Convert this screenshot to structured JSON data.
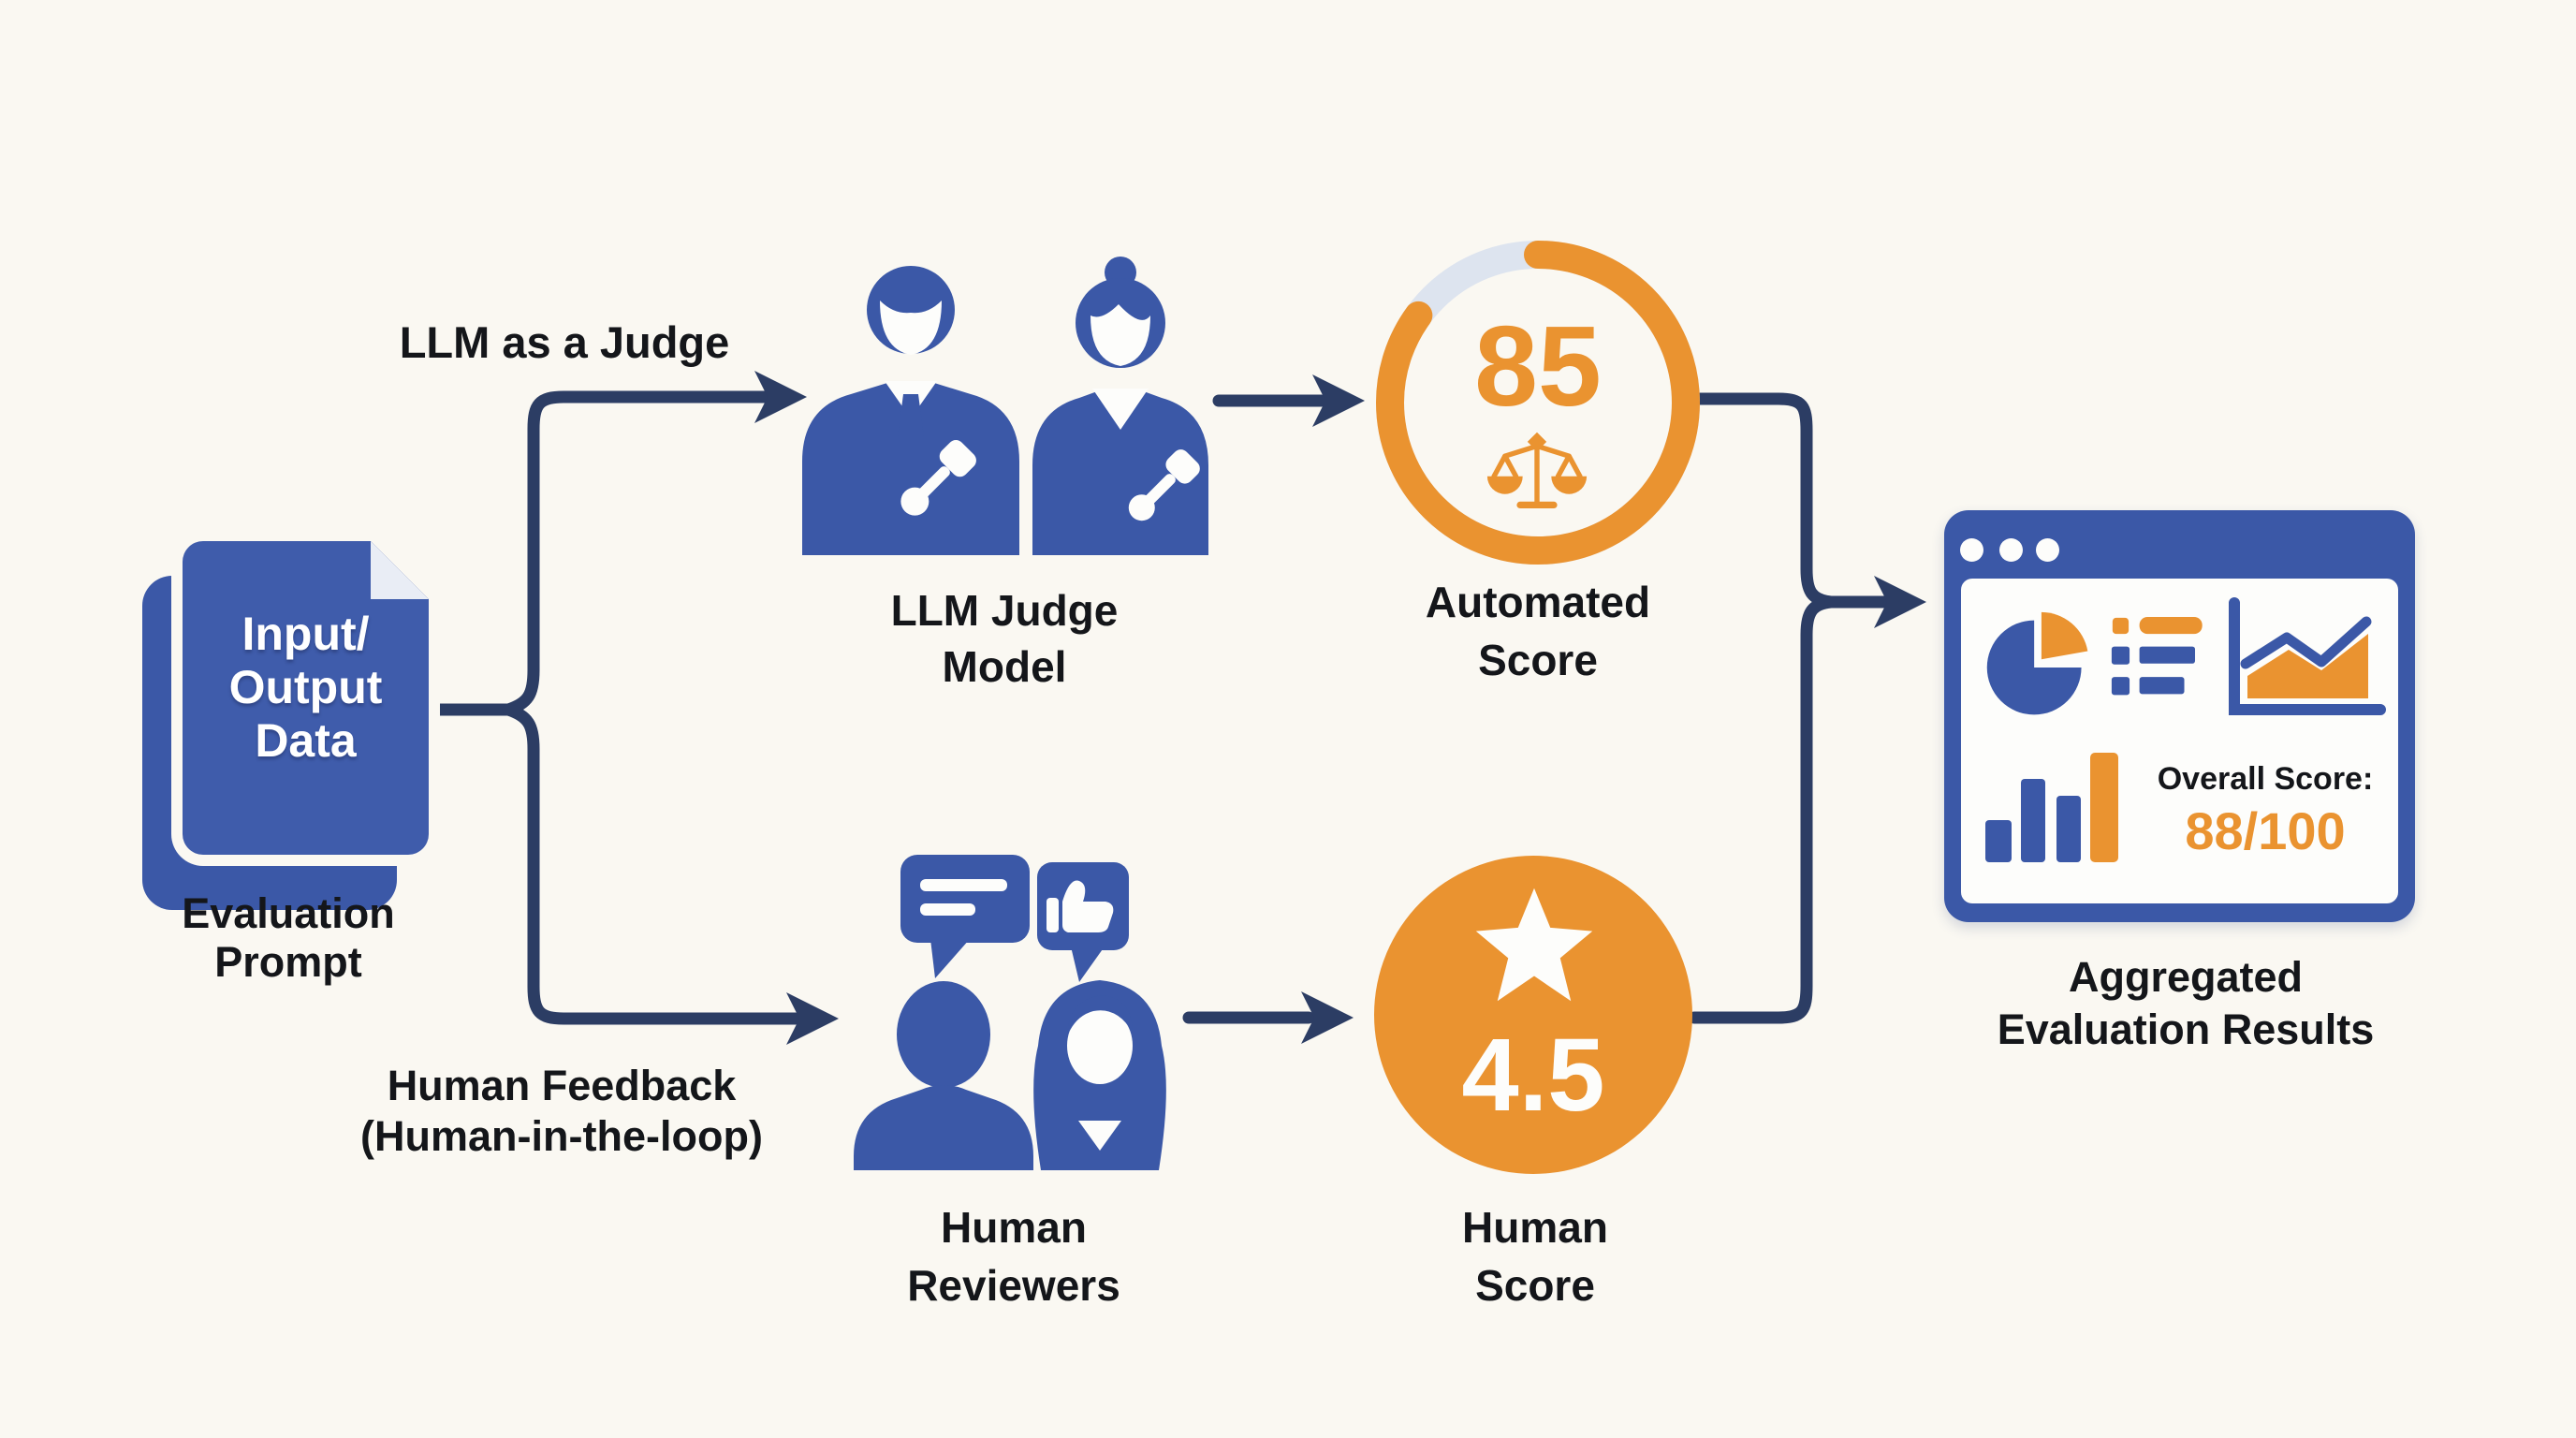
{
  "colors": {
    "background": "#faf8f2",
    "icon_blue": "#3b58a7",
    "connector_navy": "#2c3d64",
    "orange": "#ea9330",
    "ring_track": "#dde4ef",
    "ink": "#14161a",
    "white": "#fdfdfb"
  },
  "icons": [
    "document-stack-icon",
    "page-fold-icon",
    "male-judge-icon",
    "female-judge-icon",
    "gavel-icon",
    "progress-ring-icon",
    "scales-icon",
    "chat-bubble-icon",
    "thumbs-up-bubble-icon",
    "man-reviewer-icon",
    "woman-reviewer-icon",
    "star-icon",
    "browser-window-icon",
    "pie-chart-icon",
    "list-icon",
    "area-chart-icon",
    "bar-chart-icon",
    "arrow-icon"
  ],
  "flow": {
    "source": {
      "card_lines": [
        "Input/",
        "Output",
        "Data"
      ],
      "caption_lines": [
        "Evaluation",
        "Prompt"
      ]
    },
    "branch_top": {
      "label": "LLM as a Judge"
    },
    "branch_bottom": {
      "label_lines": [
        "Human Feedback",
        "(Human-in-the-loop)"
      ]
    },
    "judge_node": {
      "caption_lines": [
        "LLM Judge",
        "Model"
      ]
    },
    "auto_score_node": {
      "value": "85",
      "percent": 85,
      "caption_lines": [
        "Automated",
        "Score"
      ]
    },
    "reviewers_node": {
      "caption_lines": [
        "Human",
        "Reviewers"
      ]
    },
    "human_score_node": {
      "value": "4.5",
      "caption_lines": [
        "Human",
        "Score"
      ]
    },
    "results_node": {
      "overall_label": "Overall Score:",
      "overall_value": "88/100",
      "caption_lines": [
        "Aggregated",
        "Evaluation Results"
      ]
    }
  }
}
